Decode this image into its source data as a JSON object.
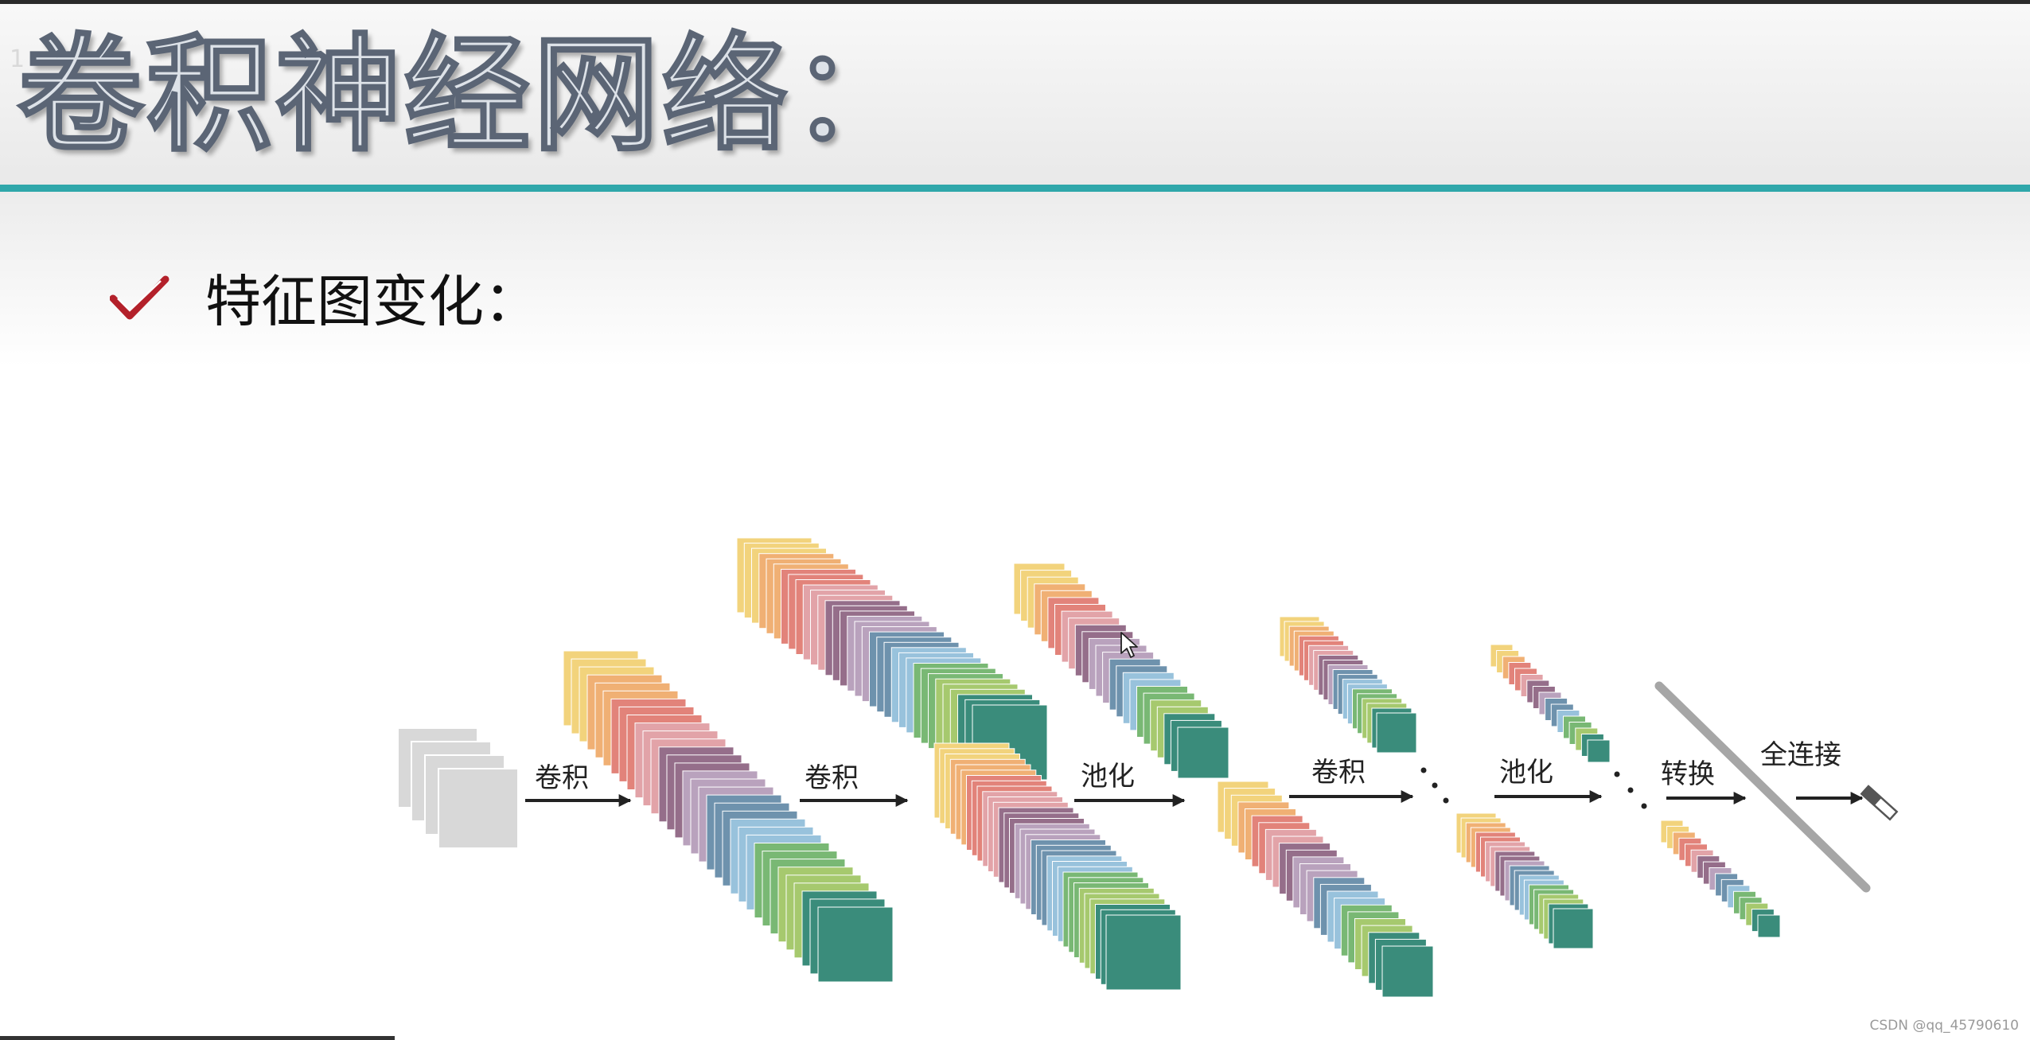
{
  "slide": {
    "number": "1",
    "title": "卷积神经网络：",
    "bullet_text": "特征图变化："
  },
  "diagram": {
    "labels": [
      "卷积",
      "卷积",
      "池化",
      "卷积",
      "池化",
      "转换",
      "全连接"
    ],
    "colors": {
      "input_layer": "#d8d8d8",
      "feature_layers": [
        "#f2d37c",
        "#f0b074",
        "#e2837a",
        "#e2a3a8",
        "#956e8a",
        "#b9a2bd",
        "#6e92ad",
        "#98c2dc",
        "#79b874",
        "#a6c96e",
        "#3a8c7b"
      ],
      "teal_accent": "#2fa7aa",
      "check_mark": "#b3202a"
    }
  },
  "watermark": "CSDN @qq_45790610"
}
